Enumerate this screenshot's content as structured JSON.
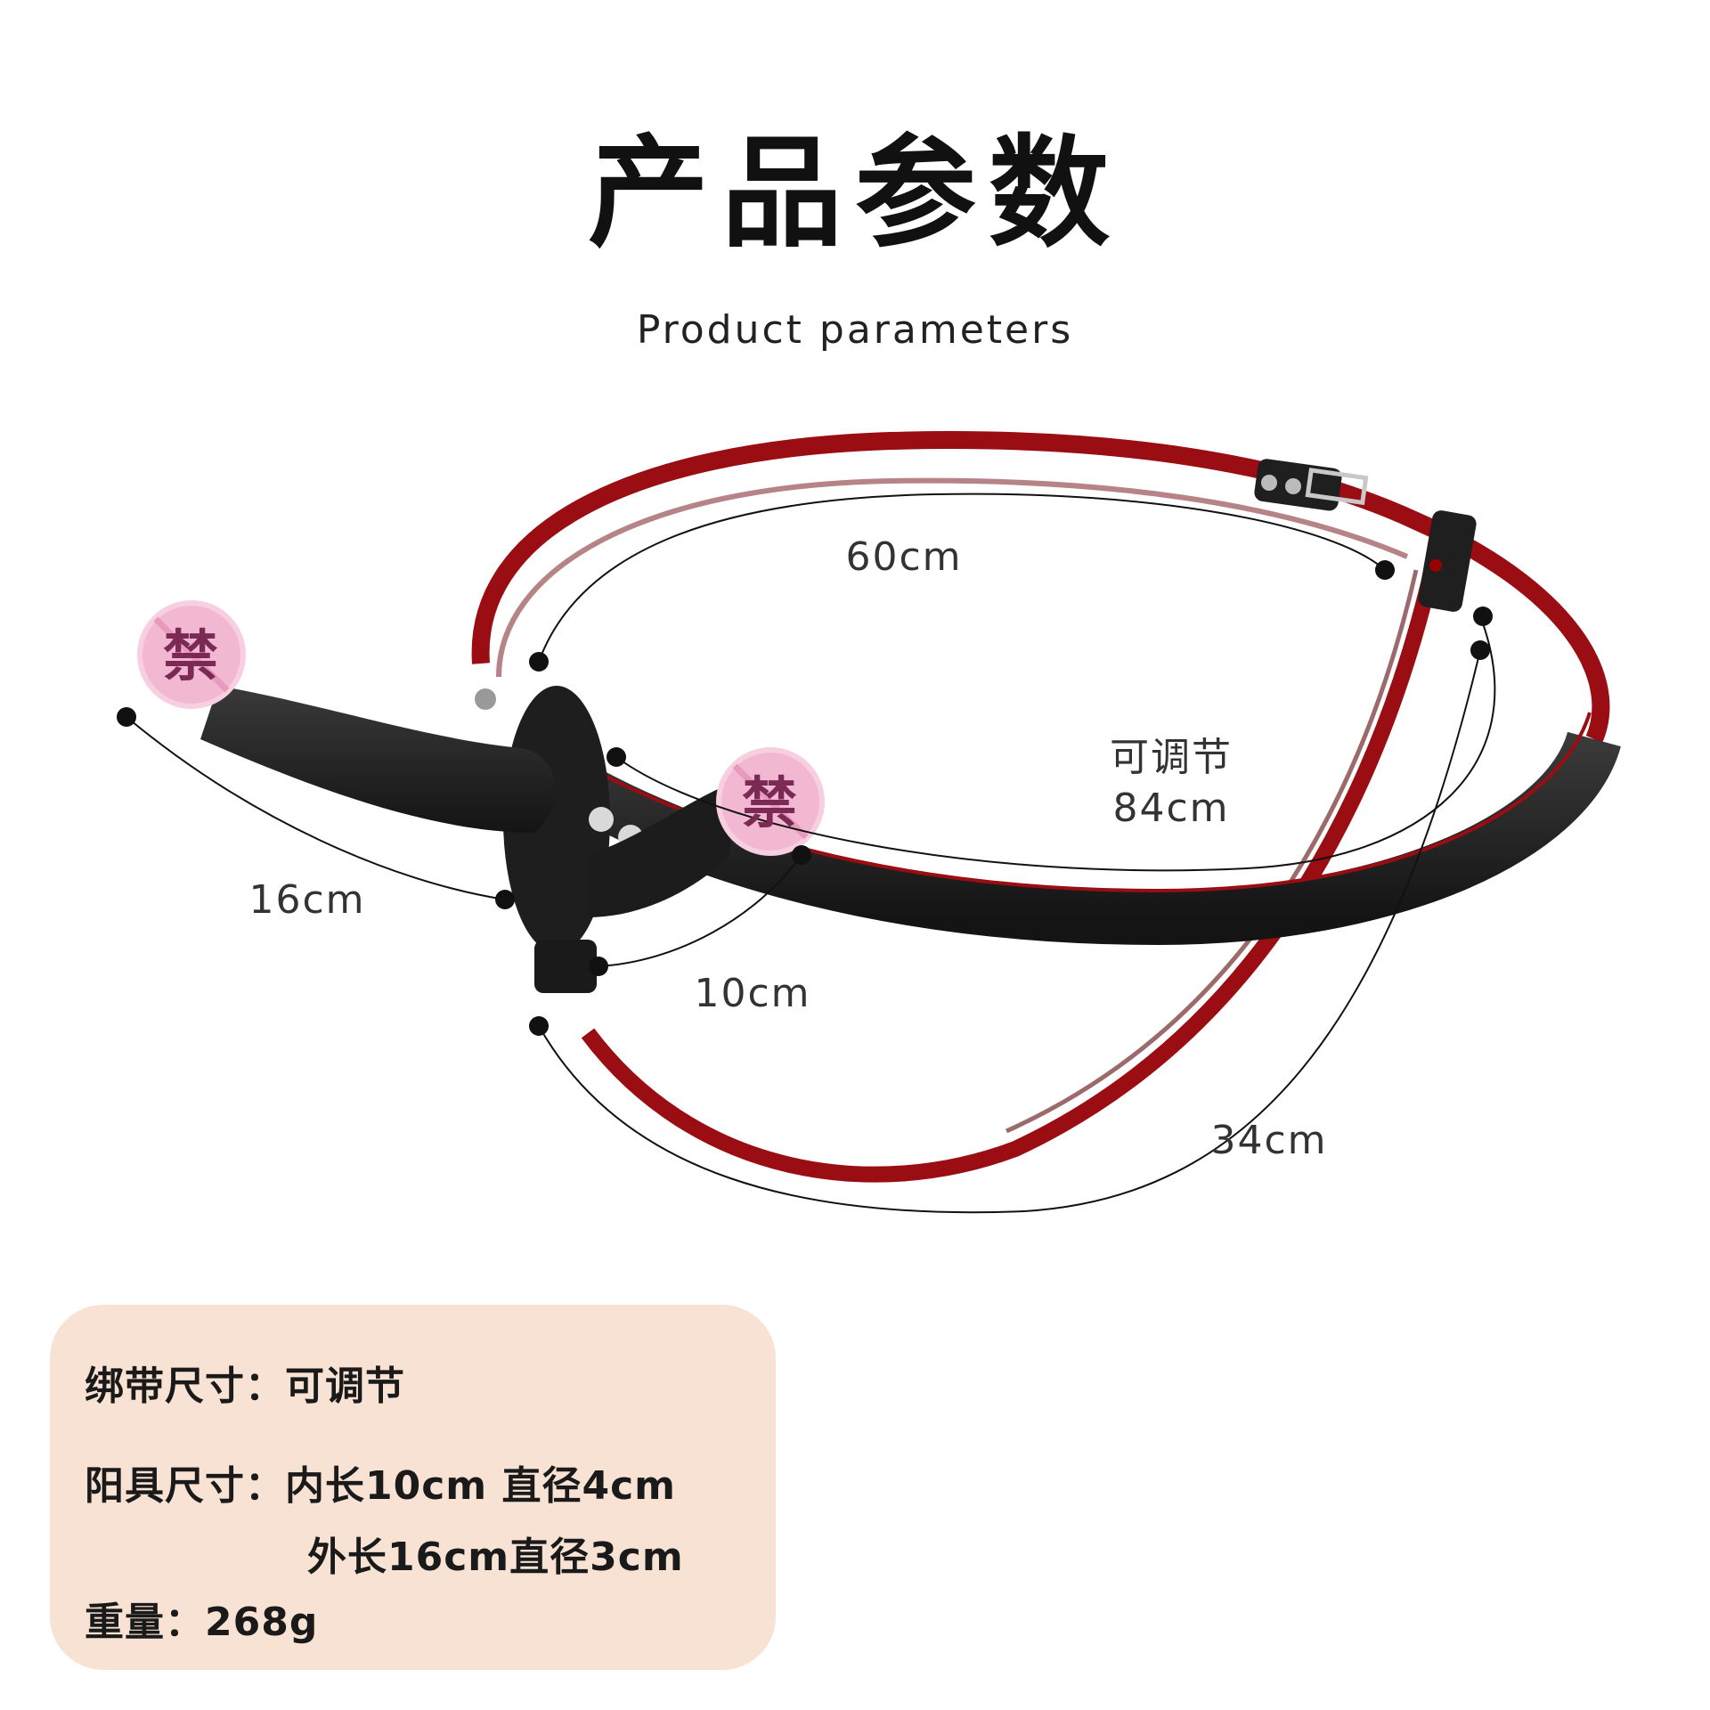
{
  "header": {
    "title": "产品参数",
    "subtitle": "Product parameters"
  },
  "dimensions": {
    "waist_front": "60cm",
    "adjustable_label": "可调节",
    "waist_total": "84cm",
    "outer_length": "16cm",
    "inner_length": "10cm",
    "leg_strap": "34cm"
  },
  "censor": {
    "glyph": "禁"
  },
  "specs": {
    "strap_label": "绑带尺寸：",
    "strap_value": "可调节",
    "dildo_label": "阳具尺寸：",
    "dildo_value_1": "内长10cm 直径4cm",
    "dildo_value_2": "外长16cm直径3cm",
    "weight_label": "重量：",
    "weight_value": "268g"
  },
  "colors": {
    "strap_red": "#9a0d12",
    "strap_black": "#1c1c1c",
    "card_bg": "#f8e2d3",
    "censor_pink": "#f2b8d2",
    "censor_text": "#7a2a55"
  }
}
